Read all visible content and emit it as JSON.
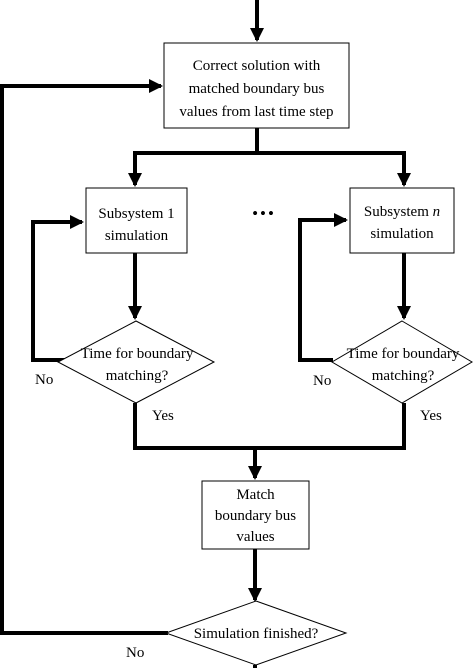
{
  "nodes": {
    "correct_solution": {
      "line1": "Correct solution with",
      "line2": "matched boundary bus",
      "line3": "values from last time step"
    },
    "subsystem_1": {
      "line1": "Subsystem 1",
      "line2": "simulation"
    },
    "subsystem_n": {
      "line1_prefix": "Subsystem ",
      "line1_var": "n",
      "line2": "simulation"
    },
    "decision_1": {
      "line1": "Time for boundary",
      "line2": "matching?"
    },
    "decision_n": {
      "line1": "Time for boundary",
      "line2": "matching?"
    },
    "match_values": {
      "line1": "Match",
      "line2": "boundary bus",
      "line3": "values"
    },
    "sim_finished": {
      "label": "Simulation finished?"
    }
  },
  "ellipsis": "•••",
  "edge_labels": {
    "no_1": "No",
    "yes_1": "Yes",
    "no_n": "No",
    "yes_n": "Yes",
    "no_final": "No"
  }
}
